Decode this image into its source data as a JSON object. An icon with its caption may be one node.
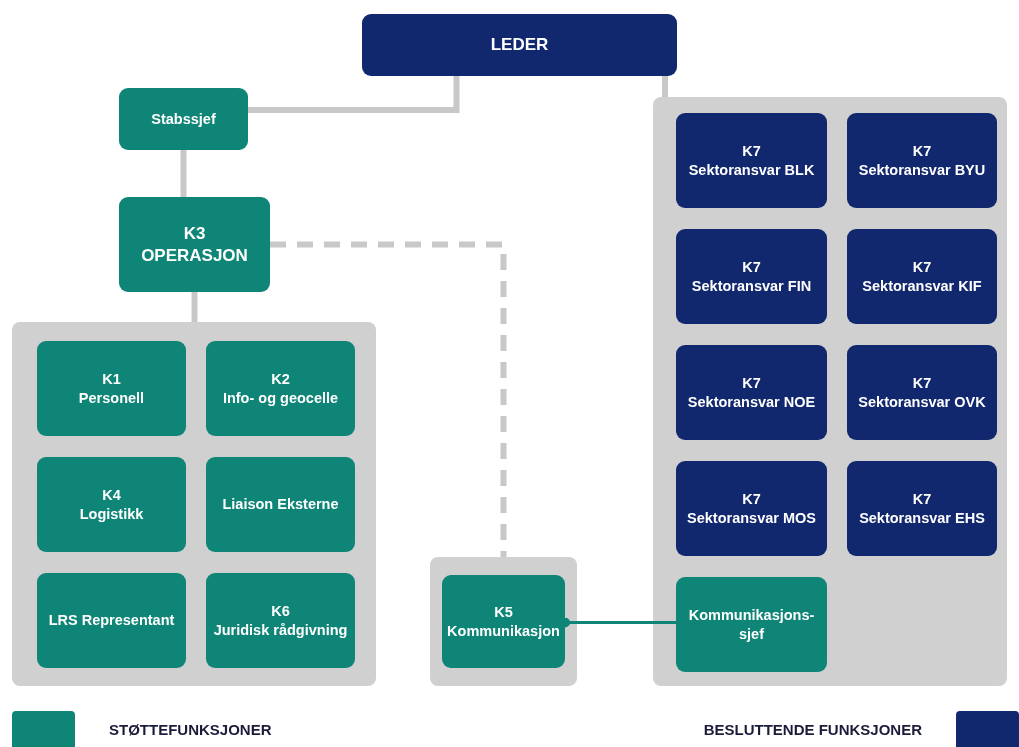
{
  "diagram": {
    "nodes": [
      {
        "text": [
          "LEDER"
        ]
      },
      {
        "text": [
          "Stabssjef"
        ]
      },
      {
        "text": [
          "K3",
          "OPERASJON"
        ]
      },
      {
        "text": [],
        "shape": "box"
      },
      {
        "text": [
          "K1",
          "Personell"
        ],
        "in": 3
      },
      {
        "text": [
          "K2",
          "Info- og geocelle"
        ],
        "in": 3
      },
      {
        "text": [
          "K4",
          "Logistikk"
        ],
        "in": 3
      },
      {
        "text": [
          "Liaison Eksterne"
        ],
        "in": 3
      },
      {
        "text": [
          "LRS Representant"
        ],
        "in": 3
      },
      {
        "text": [
          "K6",
          "Juridisk rådgivning"
        ],
        "in": 3
      },
      {
        "text": [],
        "shape": "box"
      },
      {
        "text": [
          "K5",
          "Kommunikasjon"
        ],
        "in": 10
      },
      {
        "text": [],
        "shape": "box"
      },
      {
        "text": [
          "K7",
          "Sektoransvar BLK"
        ],
        "in": 12
      },
      {
        "text": [
          "K7",
          "Sektoransvar BYU"
        ],
        "in": 12
      },
      {
        "text": [
          "K7",
          "Sektoransvar FIN"
        ],
        "in": 12
      },
      {
        "text": [
          "K7",
          "Sektoransvar KIF"
        ],
        "in": 12
      },
      {
        "text": [
          "K7",
          "Sektoransvar NOE"
        ],
        "in": 12
      },
      {
        "text": [
          "K7",
          "Sektoransvar OVK"
        ],
        "in": 12
      },
      {
        "text": [
          "K7",
          "Sektoransvar MOS"
        ],
        "in": 12
      },
      {
        "text": [
          "K7",
          "Sektoransvar EHS"
        ],
        "in": 12
      },
      {
        "text": [
          "Kommunikasjons- sjef"
        ],
        "in": 12
      }
    ],
    "edges": [
      {
        "from": 0,
        "to": 1,
        "arrow": "none"
      },
      {
        "from": 0,
        "to": 12,
        "arrow": "none"
      },
      {
        "from": 1,
        "to": 2,
        "arrow": "none"
      },
      {
        "from": 2,
        "to": 3,
        "arrow": "none"
      },
      {
        "from": 2,
        "to": 10,
        "arrow": "none",
        "style": "dashed"
      },
      {
        "from": 11,
        "to": 21,
        "arrow": "other",
        "color": "#0e8577"
      }
    ],
    "legend": [
      {
        "text": "STØTTEFUNKSJONER",
        "color": "#0e8577"
      },
      {
        "text": "BESLUTTENDE FUNKSJONER",
        "color": "#12286e"
      }
    ]
  }
}
